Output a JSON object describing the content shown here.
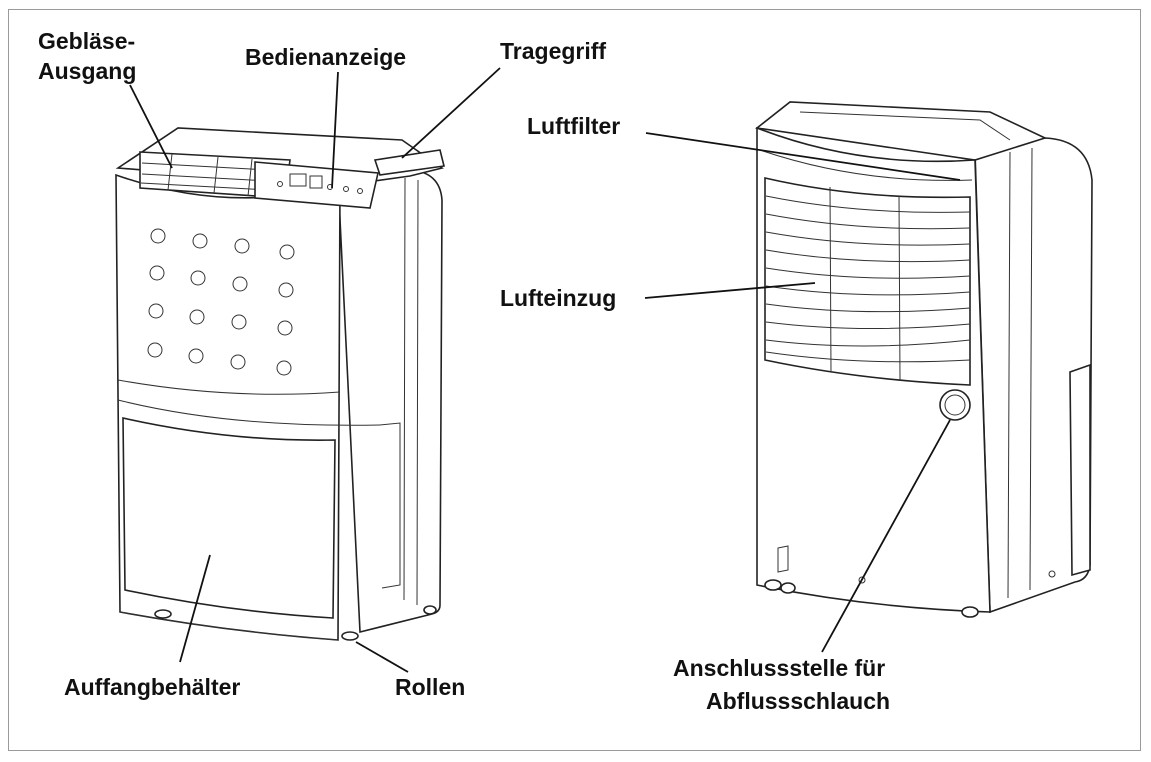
{
  "labels": {
    "blower_outlet_line1": "Gebläse-",
    "blower_outlet_line2": "Ausgang",
    "control_display": "Bedienanzeige",
    "carry_handle": "Tragegriff",
    "air_filter": "Luftfilter",
    "air_intake": "Lufteinzug",
    "collection_tank": "Auffangbehälter",
    "wheels": "Rollen",
    "drain_connection_line1": "Anschlussstelle für",
    "drain_connection_line2": "Abflussschlauch"
  },
  "colors": {
    "ink": "#111111",
    "frame": "#9a9a9a",
    "background": "#ffffff"
  }
}
